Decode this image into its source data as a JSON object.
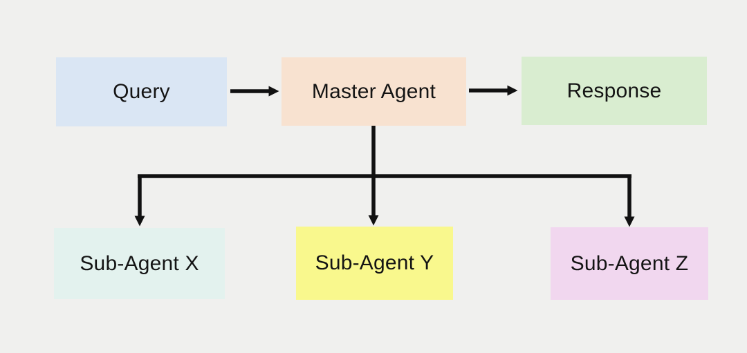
{
  "diagram": {
    "title_implicit": "Master agent flowchart",
    "background_color": "#f0f0ee",
    "connector_color": "#111111",
    "text_color": "#141414",
    "nodes": {
      "query": {
        "label": "Query",
        "color": "#dae6f4"
      },
      "master": {
        "label": "Master Agent",
        "color": "#f8e2d0"
      },
      "response": {
        "label": "Response",
        "color": "#d9edd0"
      },
      "subx": {
        "label": "Sub-Agent X",
        "color": "#e3f2ee"
      },
      "suby": {
        "label": "Sub-Agent Y",
        "color": "#f9f88d"
      },
      "subz": {
        "label": "Sub-Agent Z",
        "color": "#f1d7ef"
      }
    },
    "edges": [
      {
        "from": "query",
        "to": "master"
      },
      {
        "from": "master",
        "to": "response"
      },
      {
        "from": "master",
        "to": "subx"
      },
      {
        "from": "master",
        "to": "suby"
      },
      {
        "from": "master",
        "to": "subz"
      }
    ]
  }
}
